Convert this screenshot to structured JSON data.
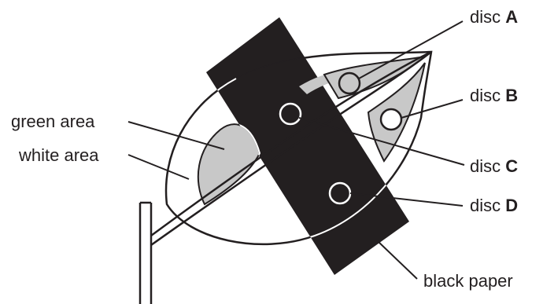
{
  "labels": {
    "green_area": "green area",
    "white_area": "white area",
    "disc_prefix": "disc",
    "disc_a": "A",
    "disc_b": "B",
    "disc_c": "C",
    "disc_d": "D",
    "black_paper": "black paper"
  },
  "colors": {
    "outline": "#231f20",
    "green_area": "#c8c8c8",
    "white_area": "#ffffff",
    "black_paper": "#231f20",
    "background": "#ffffff"
  }
}
